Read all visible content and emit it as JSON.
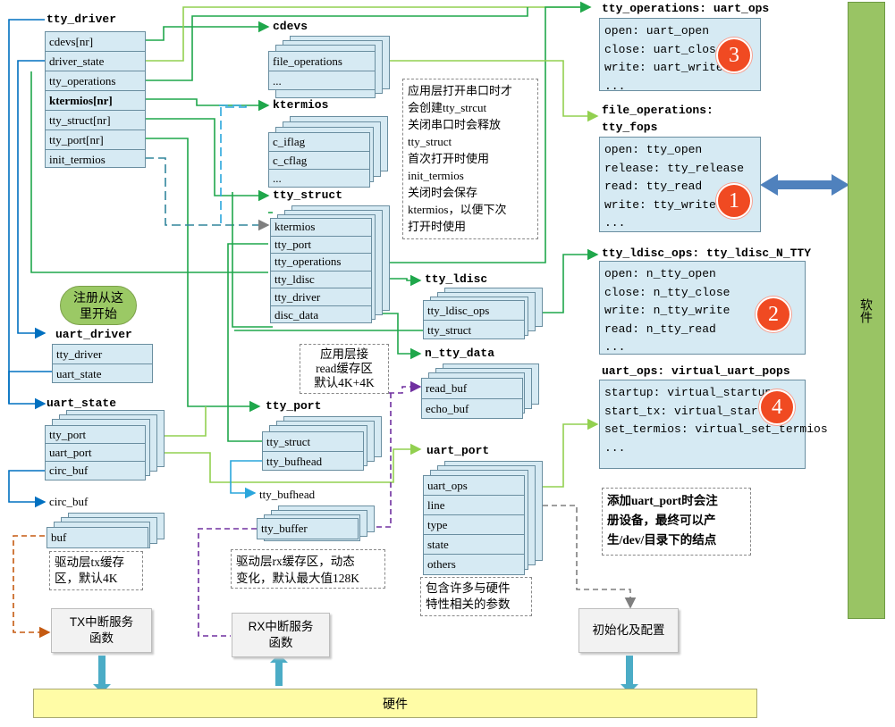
{
  "structs": {
    "tty_driver": {
      "title": "tty_driver",
      "fields": [
        "cdevs[nr]",
        "driver_state",
        "tty_operations",
        "ktermios[nr]",
        "tty_struct[nr]",
        "tty_port[nr]",
        "init_termios"
      ]
    },
    "cdevs": {
      "title": "cdevs",
      "fields": [
        "file_operations",
        "..."
      ]
    },
    "ktermios": {
      "title": "ktermios",
      "fields": [
        "c_iflag",
        "c_cflag",
        "..."
      ]
    },
    "tty_struct": {
      "title": "tty_struct",
      "fields": [
        "ktermios",
        "tty_port",
        "tty_operations",
        "tty_ldisc",
        "tty_driver",
        "disc_data"
      ]
    },
    "tty_ldisc": {
      "title": "tty_ldisc",
      "fields": [
        "tty_ldisc_ops",
        "tty_struct"
      ]
    },
    "n_tty_data": {
      "title": "n_tty_data",
      "fields": [
        "read_buf",
        "echo_buf"
      ]
    },
    "tty_port": {
      "title": "tty_port",
      "fields": [
        "tty_struct",
        "tty_bufhead"
      ]
    },
    "tty_bufhead": {
      "title": "tty_bufhead",
      "fields": [
        "tty_buffer"
      ]
    },
    "uart_port": {
      "title": "uart_port",
      "fields": [
        "uart_ops",
        "line",
        "type",
        "state",
        "others"
      ]
    },
    "uart_driver": {
      "title": "uart_driver",
      "fields": [
        "tty_driver",
        "uart_state"
      ]
    },
    "uart_state": {
      "title": "uart_state",
      "fields": [
        "tty_port",
        "uart_port",
        "circ_buf"
      ]
    },
    "circ_buf": {
      "title": "circ_buf",
      "fields": [
        "buf"
      ]
    }
  },
  "ops": {
    "uart_ops": {
      "title": "tty_operations: uart_ops",
      "lines": [
        "open: uart_open",
        "close: uart_close",
        "write: uart_write",
        "..."
      ],
      "badge": "3"
    },
    "tty_fops": {
      "title": "file_operations:",
      "title2": "tty_fops",
      "lines": [
        "open: tty_open",
        "release: tty_release",
        "read: tty_read",
        "write: tty_write",
        "..."
      ],
      "badge": "1"
    },
    "n_tty": {
      "title": "tty_ldisc_ops: tty_ldisc_N_TTY",
      "lines": [
        "open: n_tty_open",
        "close: n_tty_close",
        "write: n_tty_write",
        "read: n_tty_read",
        "..."
      ],
      "badge": "2"
    },
    "virtual_uart": {
      "title": "uart_ops: virtual_uart_pops",
      "lines": [
        "startup: virtual_startup",
        "start_tx: virtual_start_tx",
        "set_termios: virtual_set_termios",
        "..."
      ],
      "badge": "4"
    }
  },
  "notes": {
    "tty_struct_note": [
      "应用层打开串口时才",
      "会创建tty_strcut",
      "关闭串口时会释放",
      "tty_struct",
      "首次打开时使用",
      "init_termios",
      "关闭时会保存",
      "ktermios，以便下次",
      "打开时使用"
    ],
    "read_buf_note": [
      "应用层接",
      "read缓存区",
      "默认4K+4K"
    ],
    "tx_note": [
      "驱动层tx缓存",
      "区，默认4K"
    ],
    "rx_note": [
      "驱动层rx缓存区，动态",
      "变化，默认最大值128K"
    ],
    "uart_port_note": [
      "包含许多与硬件",
      "特性相关的参数"
    ],
    "add_port_note": [
      "添加uart_port时会注",
      "册设备，最终可以产",
      "生/dev/目录下的结点"
    ]
  },
  "start_label": [
    "注册从这",
    "里开始"
  ],
  "boxes": {
    "tx_isr": [
      "TX中断服务",
      "函数"
    ],
    "rx_isr": [
      "RX中断服务",
      "函数"
    ],
    "init_cfg": [
      "初始化及配置"
    ]
  },
  "hardware_label": "硬件",
  "software_label": "软件",
  "colors": {
    "struct_fill": "#d6eaf3",
    "green_dark": "#1fa74b",
    "green_light": "#92d050",
    "blue": "#0070c0",
    "steel": "#4f81bd",
    "hardware": "#fffca6",
    "software": "#99c464",
    "badge": "#f04a22"
  }
}
